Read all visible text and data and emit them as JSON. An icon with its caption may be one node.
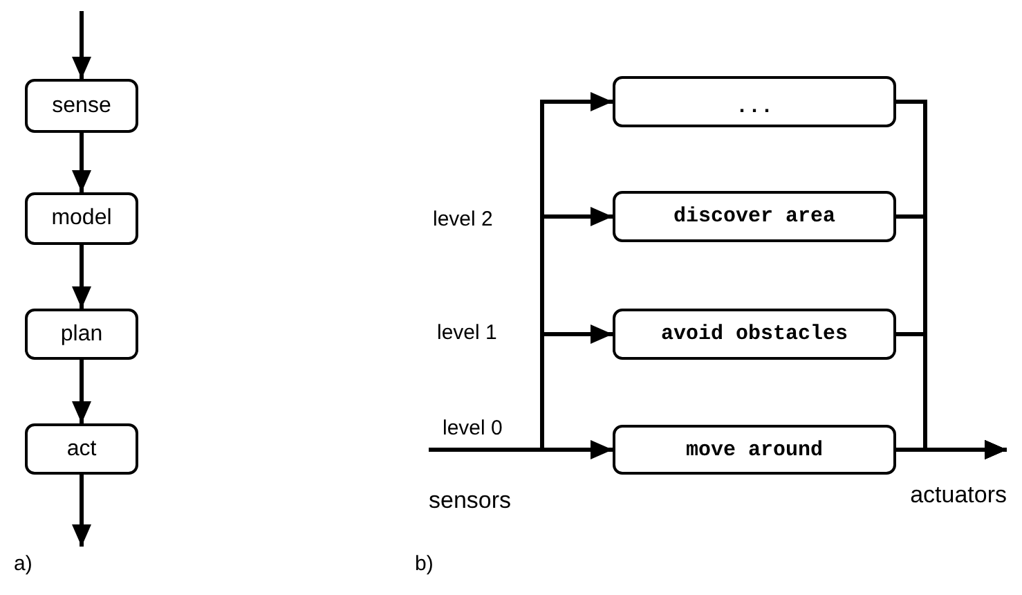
{
  "diagram": {
    "nodes": [
      {
        "text": [
          "sense"
        ]
      },
      {
        "text": [
          "model"
        ]
      },
      {
        "text": [
          "plan"
        ]
      },
      {
        "text": [
          "act"
        ]
      },
      {
        "text": [
          "..."
        ]
      },
      {
        "text": [
          "discover area"
        ]
      },
      {
        "text": [
          "avoid obstacles"
        ]
      },
      {
        "text": [
          "move around"
        ]
      },
      {
        "text": [
          "sensors"
        ]
      },
      {
        "text": [
          "actuators"
        ]
      }
    ],
    "edges": [
      {
        "from": null,
        "to": 0,
        "arrow": "to"
      },
      {
        "from": 0,
        "to": 1,
        "arrow": "to"
      },
      {
        "from": 1,
        "to": 2,
        "arrow": "to"
      },
      {
        "from": 2,
        "to": 3,
        "arrow": "to"
      },
      {
        "from": 3,
        "to": null,
        "arrow": "to"
      },
      {
        "from": 8,
        "to": 7,
        "arrow": "to"
      },
      {
        "from": 8,
        "to": 6,
        "arrow": "to"
      },
      {
        "from": 8,
        "to": 5,
        "arrow": "to"
      },
      {
        "from": 8,
        "to": 4,
        "arrow": "to"
      },
      {
        "from": 7,
        "to": 9,
        "arrow": "to"
      },
      {
        "from": 6,
        "to": 9,
        "arrow": "to"
      },
      {
        "from": 5,
        "to": 9,
        "arrow": "to"
      },
      {
        "from": 4,
        "to": 9,
        "arrow": "to"
      }
    ],
    "labels": [
      "level 2",
      "level 1",
      "level 0",
      "a)",
      "b)"
    ]
  }
}
